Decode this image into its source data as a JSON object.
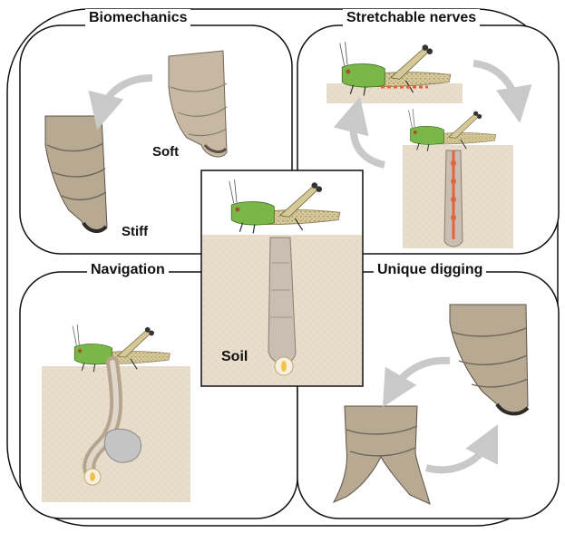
{
  "panels": {
    "biomechanics": {
      "title": "Biomechanics",
      "labels": {
        "soft": "Soft",
        "stiff": "Stiff"
      }
    },
    "stretchable_nerves": {
      "title": "Stretchable nerves"
    },
    "navigation": {
      "title": "Navigation"
    },
    "unique_digging": {
      "title": "Unique digging"
    },
    "center": {
      "label": "Soil"
    }
  },
  "colors": {
    "soil": "#e8dccb",
    "soil_speckle": "#c9b89e",
    "cuticle": "#b5a58f",
    "cuticle_dark": "#6f655a",
    "abdomen": "#c8bfb2",
    "nerve": "#e2643c",
    "locust_green": "#7ab648",
    "locust_tan": "#d7c89a",
    "egg": "#f0c44a",
    "arrow": "#c9c9c9",
    "outline": "#111111"
  }
}
